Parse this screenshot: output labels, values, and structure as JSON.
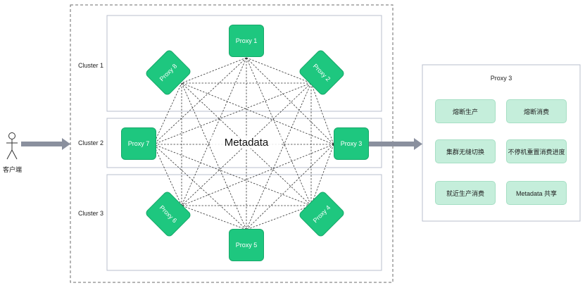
{
  "clusters": [
    "Cluster 1",
    "Cluster 2",
    "Cluster 3"
  ],
  "proxies": [
    "Proxy 1",
    "Proxy 2",
    "Proxy 3",
    "Proxy 4",
    "Proxy 5",
    "Proxy 6",
    "Proxy 7",
    "Proxy 8"
  ],
  "center_label": "Metadata",
  "client_label": "客户端",
  "detail_panel": {
    "title": "Proxy 3",
    "features": [
      "熔断生产",
      "熔断消费",
      "集群无缝切换",
      "不停机重置消费进度",
      "就近生产消费",
      "Metadata 共享"
    ]
  },
  "colors": {
    "proxy_fill": "#1ec77f",
    "feature_fill": "#c5eedb",
    "arrow": "#8a909e",
    "border": "#b8bfce"
  }
}
